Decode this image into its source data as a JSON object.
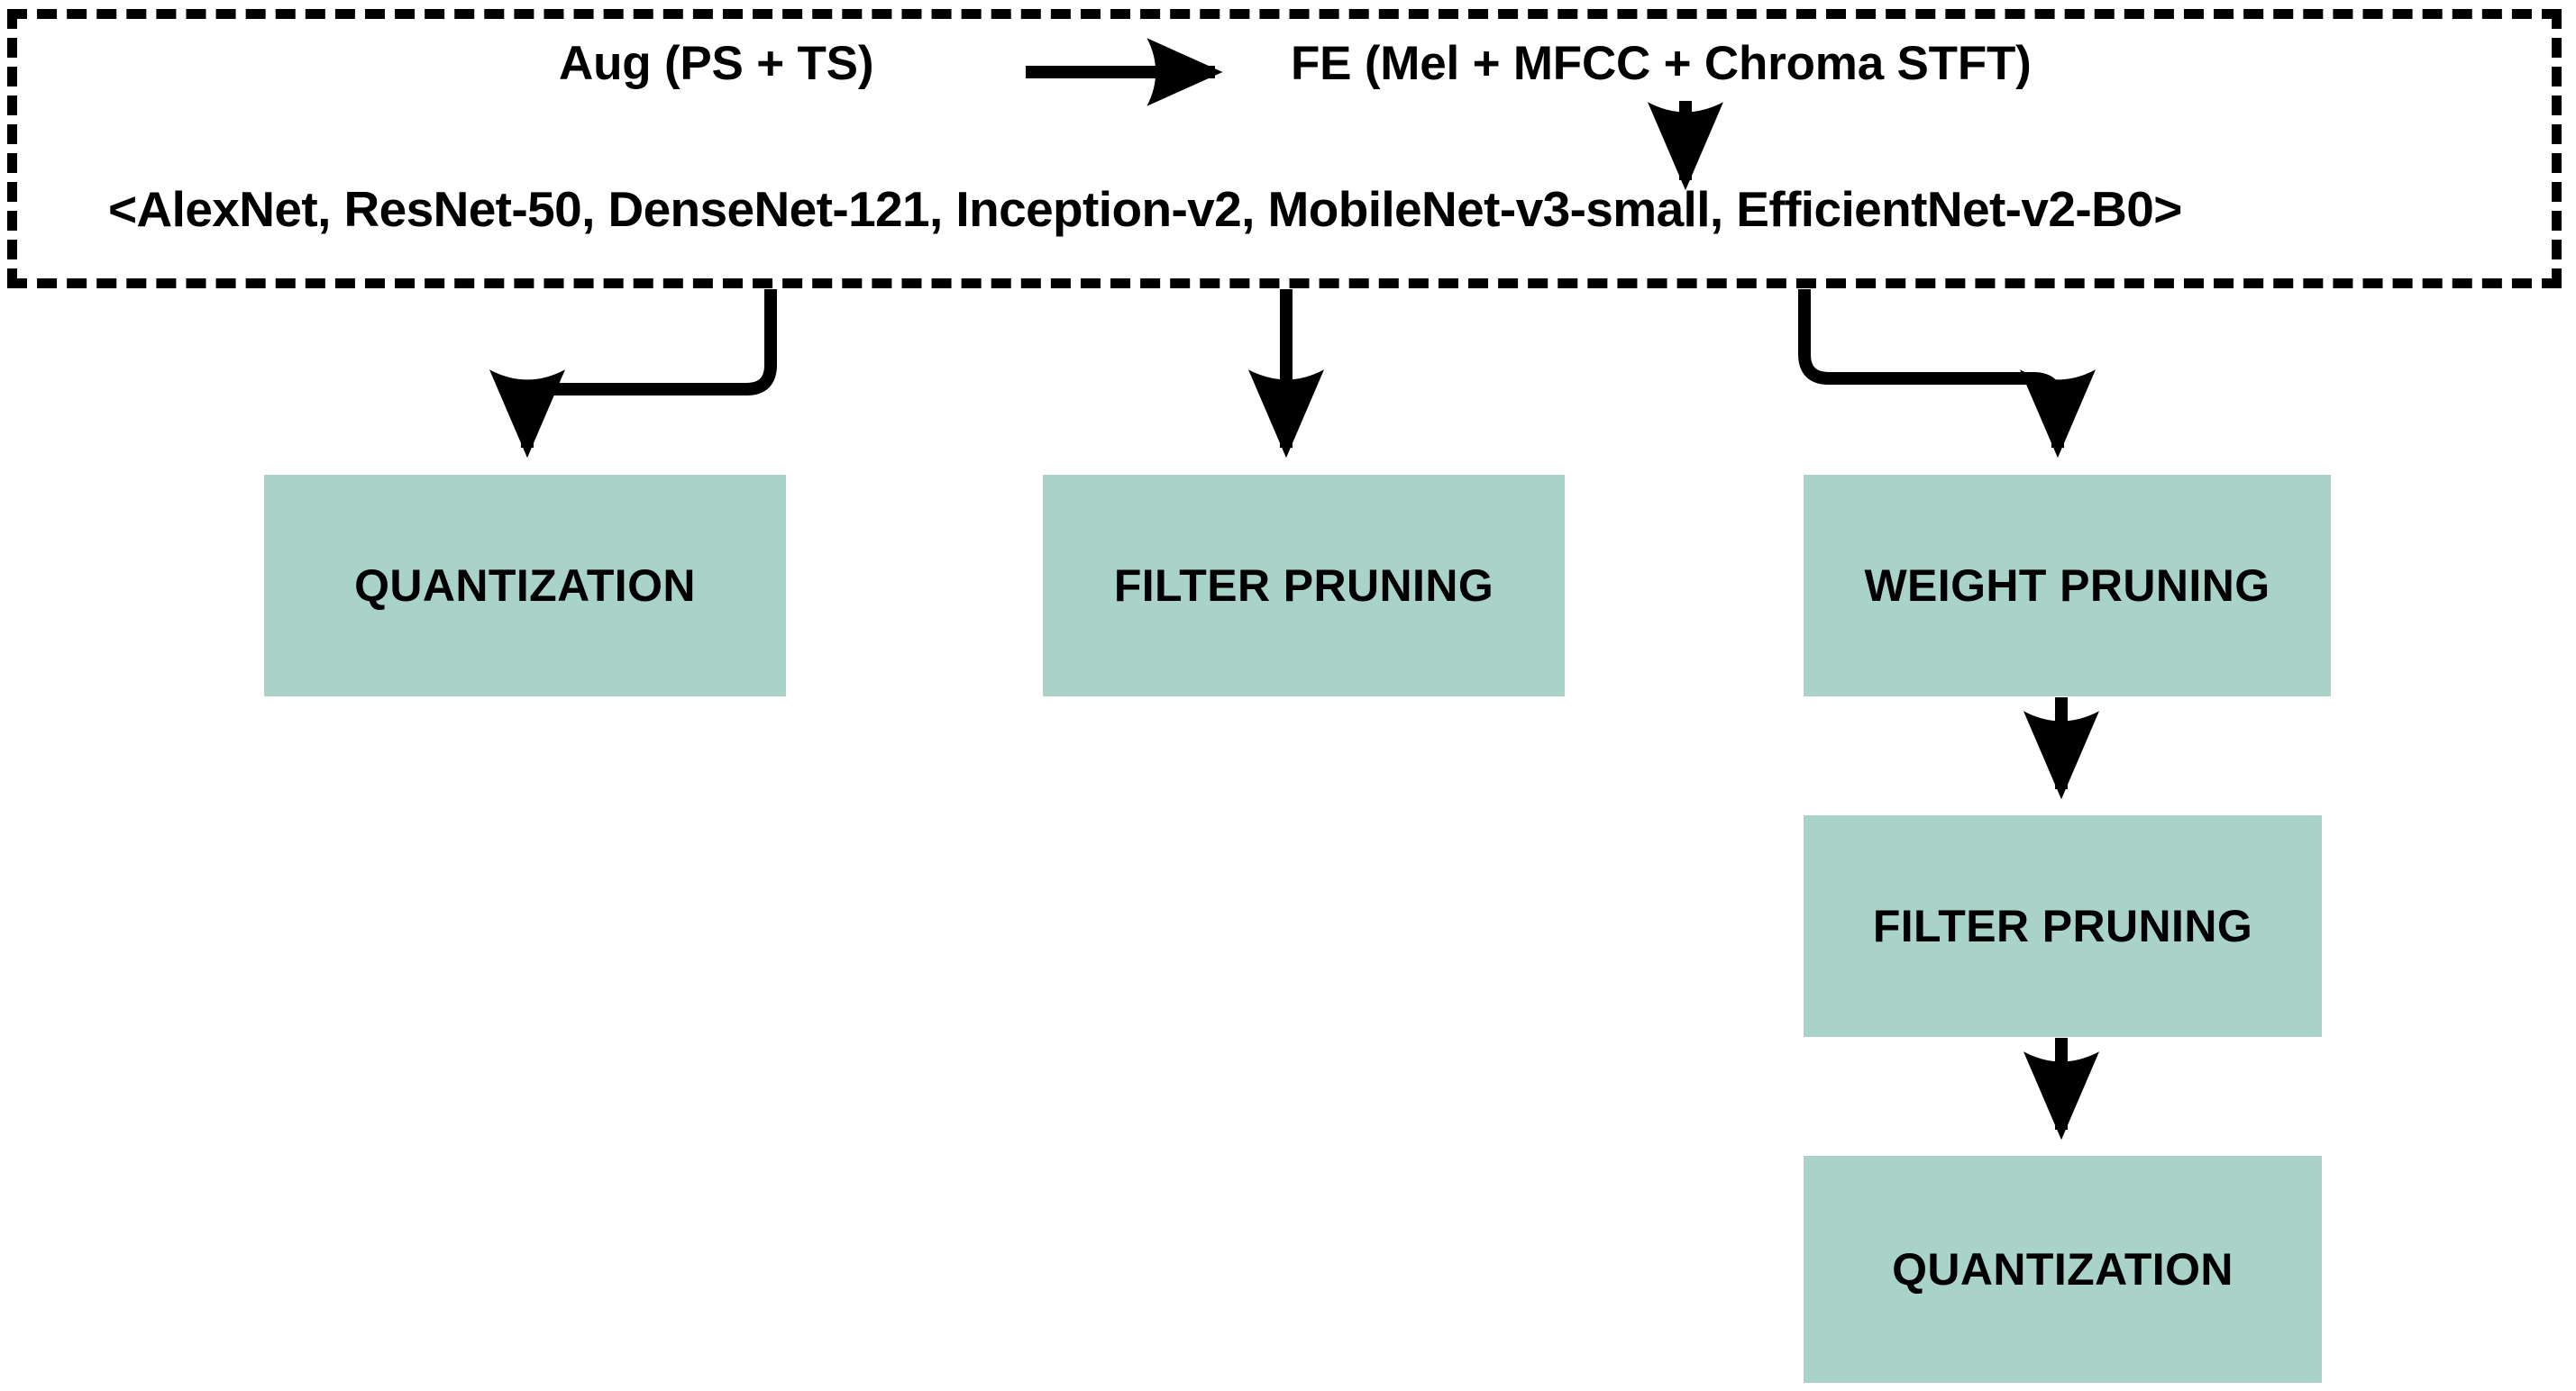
{
  "diagram": {
    "title_group": {
      "pipeline_stage_1": "Aug (PS + TS)",
      "pipeline_stage_2": "FE (Mel + MFCC + Chroma STFT)",
      "models_line": "<AlexNet, ResNet-50, DenseNet-121, Inception-v2, MobileNet-v3-small, EfficientNet-v2-B0>"
    },
    "boxes": {
      "quantization_left": "QUANTIZATION",
      "filter_pruning_middle": "FILTER PRUNING",
      "weight_pruning": "WEIGHT PRUNING",
      "filter_pruning_right": "FILTER PRUNING",
      "quantization_right": "QUANTIZATION"
    },
    "colors": {
      "box_fill": "#a9d3c8",
      "stroke": "#000000",
      "background": "#ffffff"
    },
    "connectors": [
      {
        "name": "aug-to-fe-arrow",
        "kind": "straight-horizontal-arrow"
      },
      {
        "name": "fe-to-models-arrow",
        "kind": "straight-vertical-arrow"
      },
      {
        "name": "models-to-quantization-arrow",
        "kind": "elbow-left-arrow"
      },
      {
        "name": "models-to-filter-pruning-arrow",
        "kind": "straight-vertical-arrow"
      },
      {
        "name": "models-to-weight-pruning-arrow",
        "kind": "elbow-right-arrow"
      },
      {
        "name": "weight-pruning-to-filter-pruning-arrow",
        "kind": "straight-vertical-arrow"
      },
      {
        "name": "filter-pruning-to-quantization-arrow",
        "kind": "straight-vertical-arrow"
      }
    ]
  }
}
